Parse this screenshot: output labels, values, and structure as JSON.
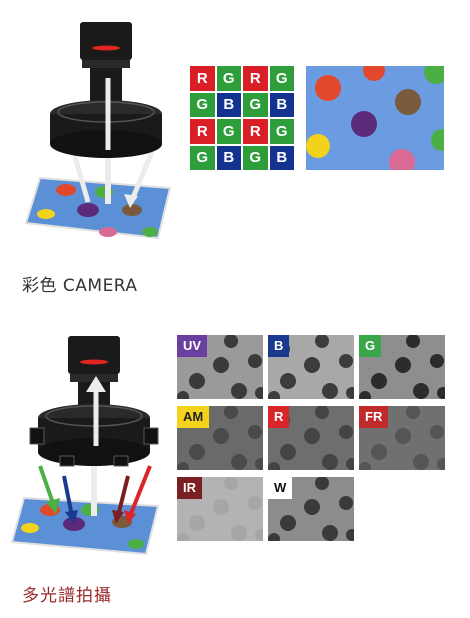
{
  "section_color": {
    "caption": "彩色 CAMERA"
  },
  "section_multi": {
    "caption": "多光譜拍攝"
  },
  "bayer": {
    "cells": [
      {
        "l": "R",
        "c": "#d91e26"
      },
      {
        "l": "G",
        "c": "#2e9e3a"
      },
      {
        "l": "R",
        "c": "#d91e26"
      },
      {
        "l": "G",
        "c": "#2e9e3a"
      },
      {
        "l": "G",
        "c": "#2e9e3a"
      },
      {
        "l": "B",
        "c": "#14328f"
      },
      {
        "l": "G",
        "c": "#2e9e3a"
      },
      {
        "l": "B",
        "c": "#14328f"
      },
      {
        "l": "R",
        "c": "#d91e26"
      },
      {
        "l": "G",
        "c": "#2e9e3a"
      },
      {
        "l": "R",
        "c": "#d91e26"
      },
      {
        "l": "G",
        "c": "#2e9e3a"
      },
      {
        "l": "G",
        "c": "#2e9e3a"
      },
      {
        "l": "B",
        "c": "#14328f"
      },
      {
        "l": "G",
        "c": "#2e9e3a"
      },
      {
        "l": "B",
        "c": "#14328f"
      }
    ]
  },
  "tiles": [
    {
      "label": "UV",
      "tag_bg": "#6b3fa0",
      "tag_fg": "#ffffff",
      "bg": "#9a9a9a",
      "dots": "#3a3a3a"
    },
    {
      "label": "B",
      "tag_bg": "#1b3a8f",
      "tag_fg": "#ffffff",
      "bg": "#a8a8a8",
      "dots": "#3c3c3c"
    },
    {
      "label": "G",
      "tag_bg": "#3aa64a",
      "tag_fg": "#ffffff",
      "bg": "#8e8e8e",
      "dots": "#2c2c2c"
    },
    {
      "label": "AM",
      "tag_bg": "#f2d21a",
      "tag_fg": "#222222",
      "bg": "#6a6a6a",
      "dots": "#4a4a4a"
    },
    {
      "label": "R",
      "tag_bg": "#d9262a",
      "tag_fg": "#ffffff",
      "bg": "#6e6e6e",
      "dots": "#444444"
    },
    {
      "label": "FR",
      "tag_bg": "#c12a2a",
      "tag_fg": "#ffffff",
      "bg": "#707070",
      "dots": "#555555"
    },
    {
      "label": "IR",
      "tag_bg": "#7a1f22",
      "tag_fg": "#ffffff",
      "bg": "#b3b3b3",
      "dots": "#a6a6a6"
    },
    {
      "label": "W",
      "tag_bg": "#ffffff",
      "tag_fg": "#111111",
      "bg": "#8c8c8c",
      "dots": "#3a3a3a"
    }
  ],
  "colors": {
    "plate_blue": "#5b8fd6",
    "dot_red": "#e2482b",
    "dot_green": "#4caf43",
    "dot_yellow": "#f2d21a",
    "dot_purple": "#5b2a7a",
    "dot_brown": "#7a5a3a",
    "dot_pink": "#d96a95",
    "caption_multi": "#9b2a2a"
  }
}
